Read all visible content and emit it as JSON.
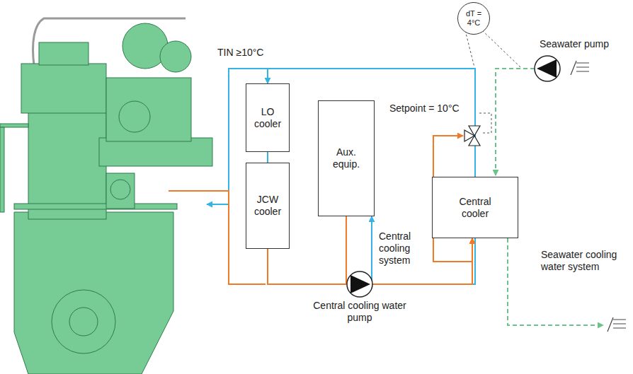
{
  "diagram": {
    "nodes": [
      {
        "text": [
          "dT = 4°C"
        ]
      },
      {
        "text": [
          "LO cooler"
        ]
      },
      {
        "text": [
          "JCW cooler"
        ]
      },
      {
        "text": [
          "Aux. equip."
        ]
      },
      {
        "text": [
          "Central cooler"
        ]
      }
    ],
    "edges": [
      {
        "from": 1,
        "to": 2,
        "arrow": "none"
      },
      {
        "from": 4,
        "to": 1,
        "arrow": "to"
      },
      {
        "from": 4,
        "to": 3,
        "arrow": "to"
      },
      {
        "from": 2,
        "to": 4,
        "arrow": "to"
      },
      {
        "from": 3,
        "to": 4,
        "arrow": "to"
      }
    ],
    "labels": [
      "TIN ≥10°C",
      "Setpoint = 10°C",
      "Central cooling system",
      "Seawater cooling water system",
      "Seawater pump",
      "Central cooling water pump"
    ]
  }
}
